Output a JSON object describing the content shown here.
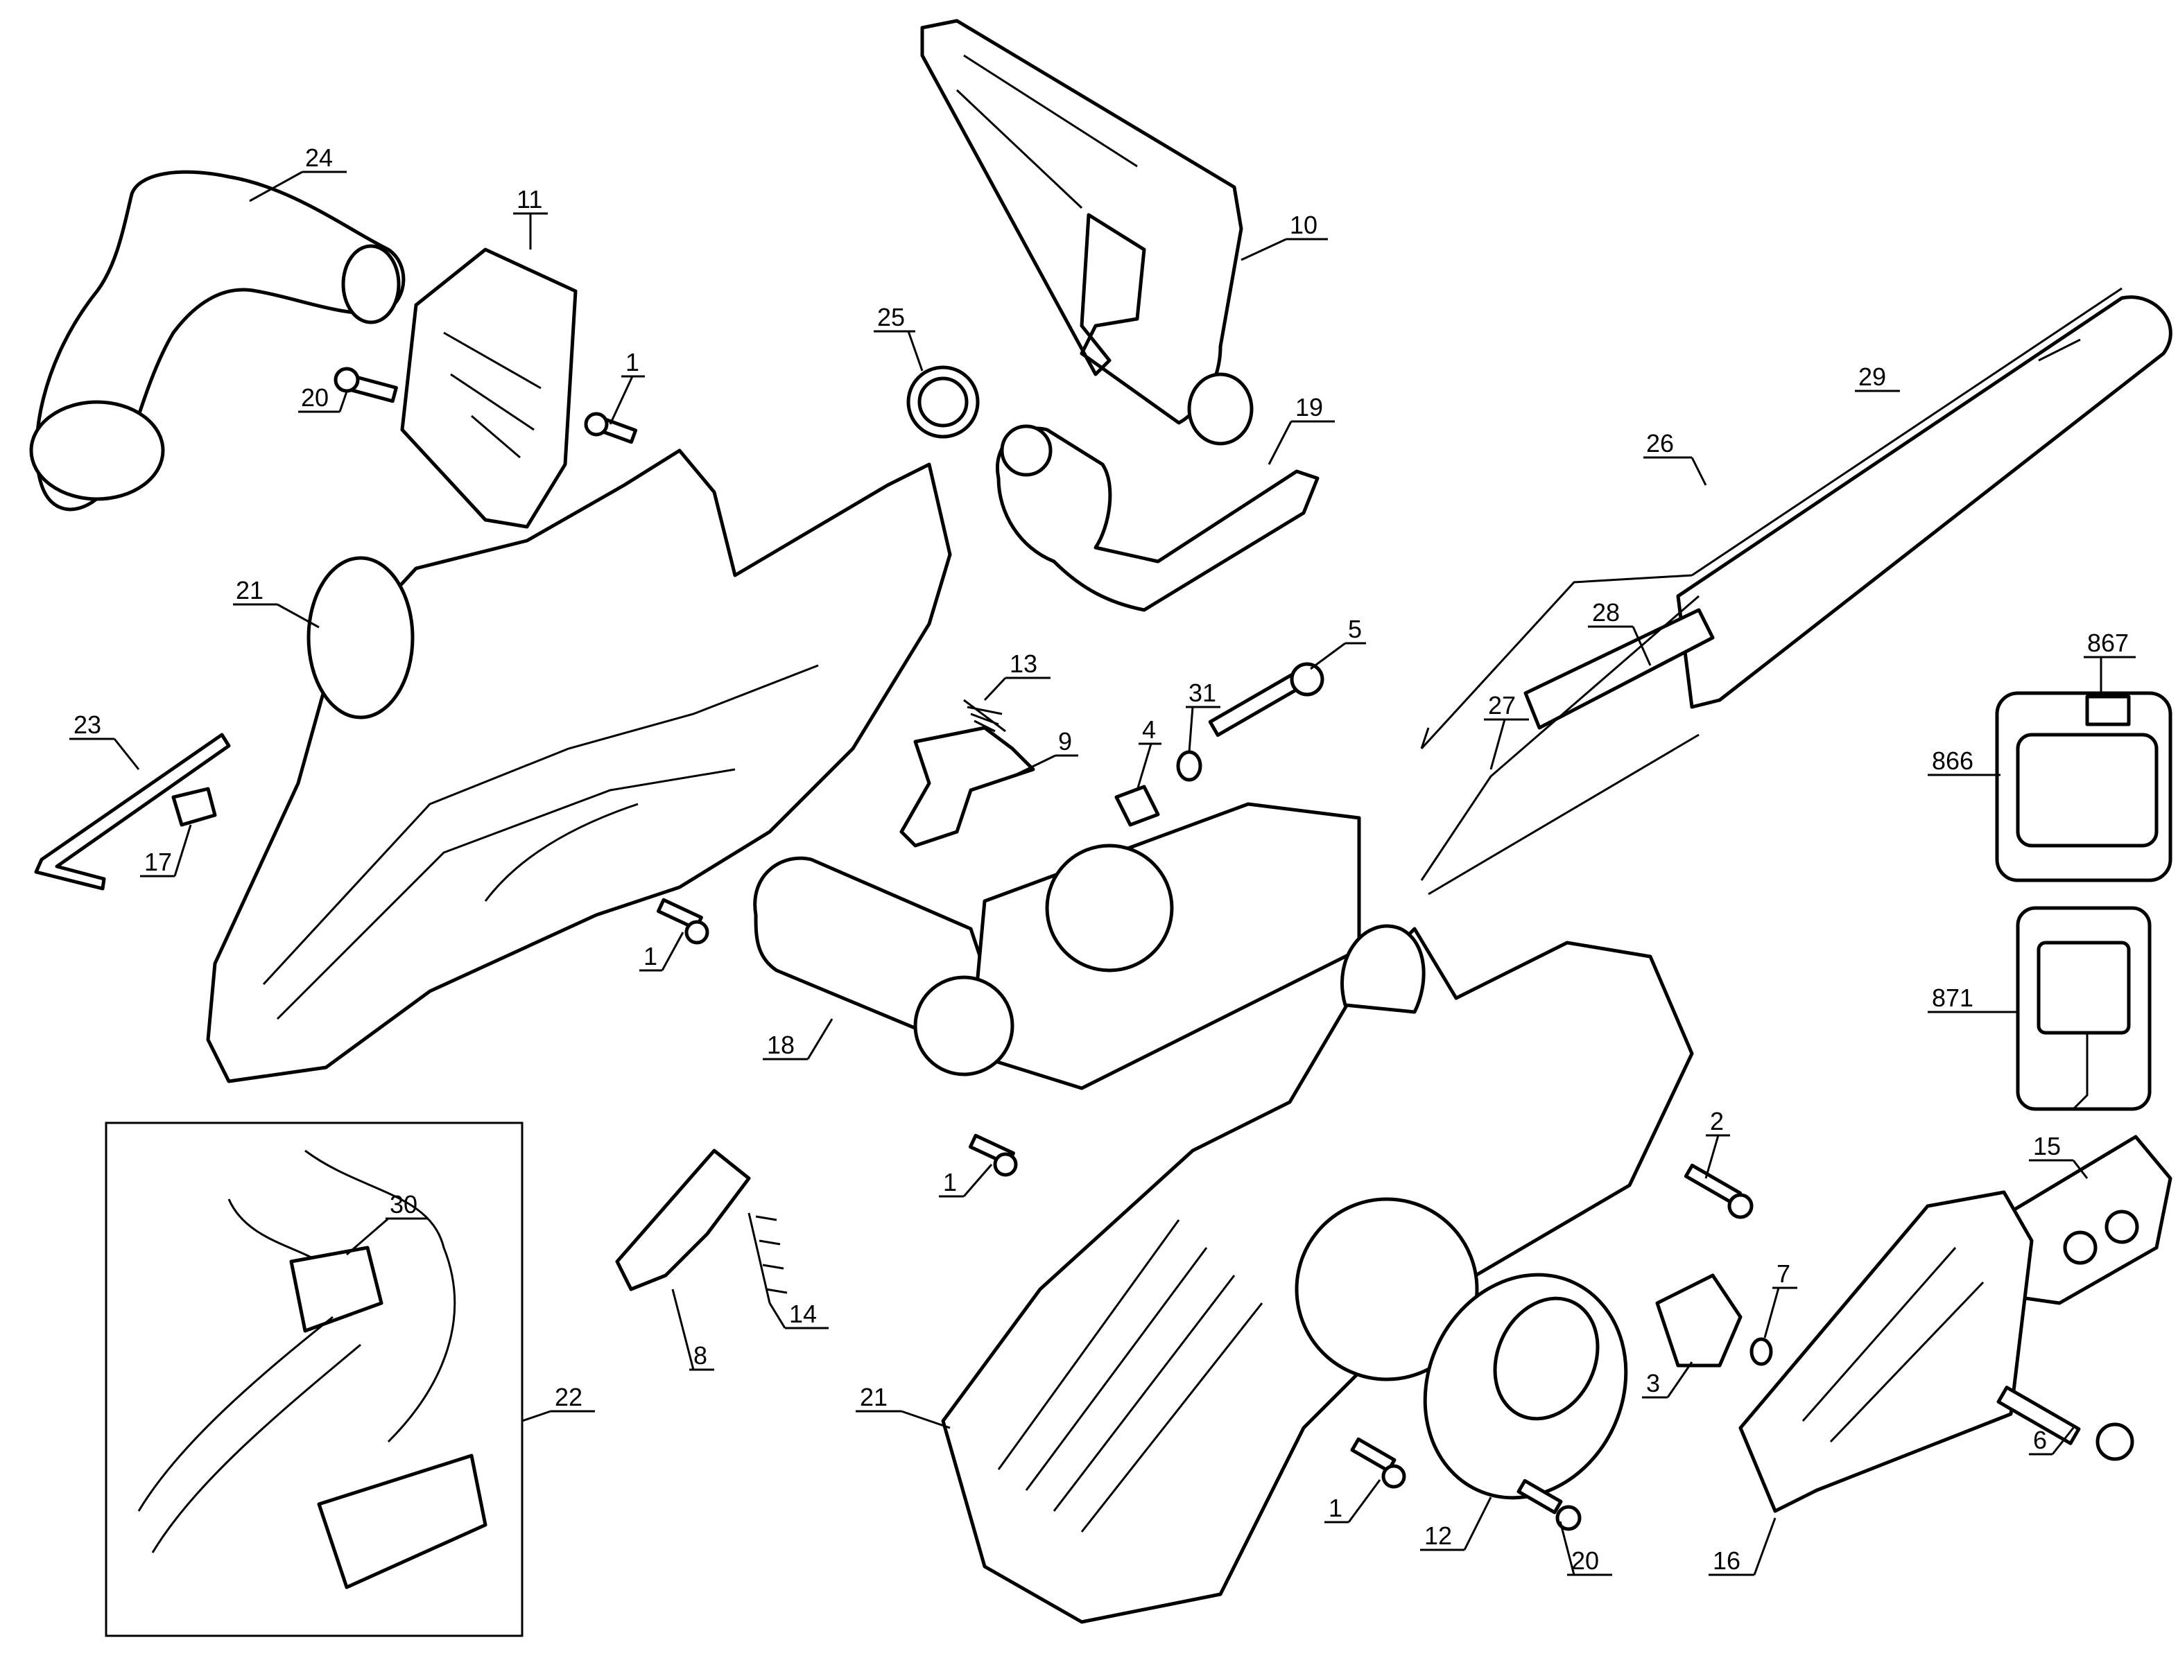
{
  "diagram": {
    "callouts": [
      "24",
      "11",
      "10",
      "25",
      "20",
      "1",
      "19",
      "29",
      "26",
      "21",
      "13",
      "5",
      "867",
      "31",
      "9",
      "4",
      "23",
      "28",
      "27",
      "866",
      "17",
      "1",
      "18",
      "871",
      "1",
      "2",
      "15",
      "30",
      "7",
      "14",
      "8",
      "21",
      "3",
      "22",
      "6",
      "1",
      "12",
      "20",
      "16"
    ]
  }
}
